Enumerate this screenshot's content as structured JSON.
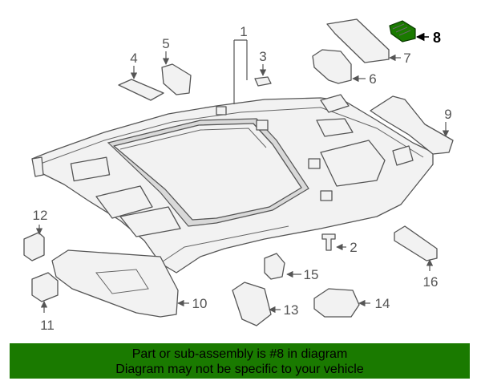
{
  "callouts": {
    "c1": "1",
    "c2": "2",
    "c3": "3",
    "c4": "4",
    "c5": "5",
    "c6": "6",
    "c7": "7",
    "c8": "8",
    "c9": "9",
    "c10": "10",
    "c11": "11",
    "c12": "12",
    "c13": "13",
    "c14": "14",
    "c15": "15",
    "c16": "16"
  },
  "highlight_color": "#1a7a00",
  "banner": {
    "line1": "Part or sub-assembly is #8 in diagram",
    "line2": "Diagram may not be specific to your vehicle"
  }
}
